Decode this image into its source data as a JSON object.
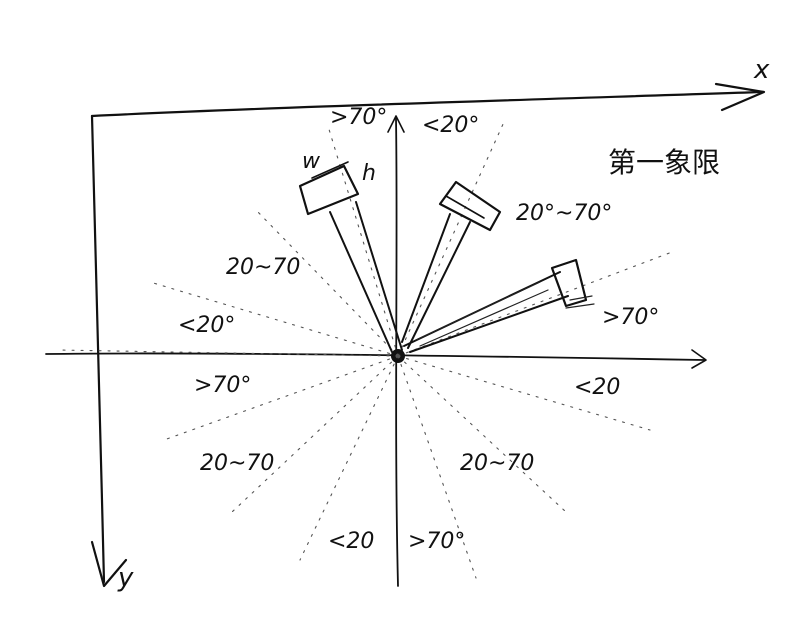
{
  "axes": {
    "x_label": "x",
    "y_label": "y"
  },
  "quadrant_label": "第一象限",
  "hammer_labels": {
    "w": "w",
    "h": "h"
  },
  "angle_labels": {
    "top_left": ">70°",
    "top_right": "<20°",
    "upper_right_hammer": "20°~70°",
    "right_hammer": ">70°",
    "right_axis": "<20",
    "upper_left_mid": "20~70",
    "upper_left_low": "<20°",
    "lower_left_high": ">70°",
    "lower_left_mid": "20~70",
    "lower_right_mid": "20~70",
    "bottom_left": "<20",
    "bottom_right": ">70°"
  },
  "colors": {
    "ink": "#111111",
    "guide": "#555555",
    "background": "#ffffff"
  }
}
